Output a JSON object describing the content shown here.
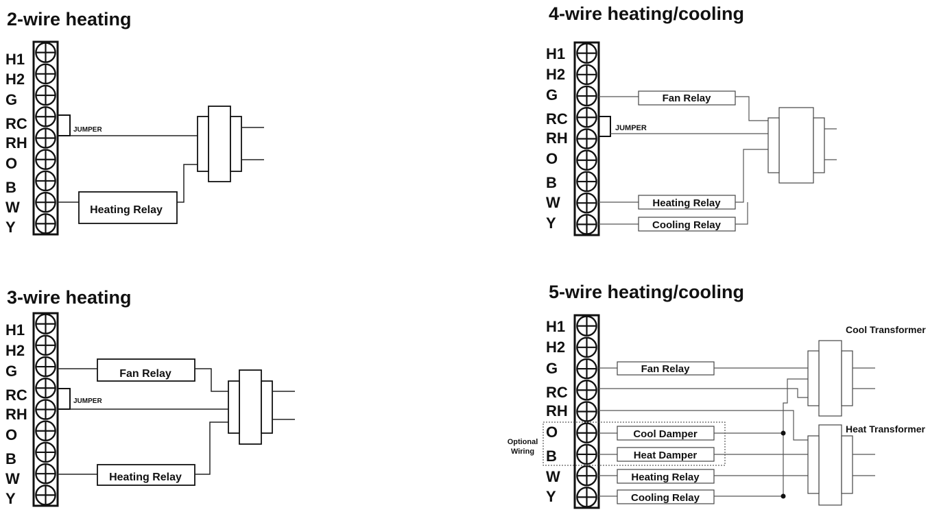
{
  "panels": {
    "two_wire": {
      "title": "2-wire heating",
      "terminals": [
        "H1",
        "H2",
        "G",
        "RC",
        "RH",
        "O",
        "B",
        "W",
        "Y"
      ],
      "jumper": "JUMPER",
      "relays": {
        "heating": "Heating Relay"
      }
    },
    "three_wire": {
      "title": "3-wire heating",
      "terminals": [
        "H1",
        "H2",
        "G",
        "RC",
        "RH",
        "O",
        "B",
        "W",
        "Y"
      ],
      "jumper": "JUMPER",
      "relays": {
        "fan": "Fan Relay",
        "heating": "Heating Relay"
      }
    },
    "four_wire": {
      "title": "4-wire heating/cooling",
      "terminals": [
        "H1",
        "H2",
        "G",
        "RC",
        "RH",
        "O",
        "B",
        "W",
        "Y"
      ],
      "jumper": "JUMPER",
      "relays": {
        "fan": "Fan Relay",
        "heating": "Heating Relay",
        "cooling": "Cooling Relay"
      }
    },
    "five_wire": {
      "title": "5-wire heating/cooling",
      "terminals": [
        "H1",
        "H2",
        "G",
        "RC",
        "RH",
        "O",
        "B",
        "W",
        "Y"
      ],
      "relays": {
        "fan": "Fan Relay",
        "cool_damper": "Cool Damper",
        "heat_damper": "Heat Damper",
        "heating": "Heating Relay",
        "cooling": "Cooling Relay"
      },
      "optional_wiring": [
        "Optional",
        "Wiring"
      ],
      "cool_transformer": "Cool Transformer",
      "heat_transformer": "Heat Transformer"
    }
  }
}
